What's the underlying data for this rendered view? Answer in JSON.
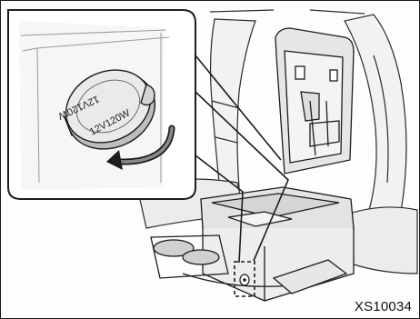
{
  "figure": {
    "code": "XS10034",
    "cap_label_outer": "12V120W",
    "cap_label_inner": "12V120W",
    "colors": {
      "line": "#1c1c1c",
      "gray_light": "#e9e9e9",
      "gray_mid": "#cfcfcf",
      "gray_dark": "#8a8a8a"
    },
    "icons": {
      "rotation_arrow": "counterclockwise-arrow-icon",
      "power_outlet": "power-outlet-icon"
    }
  }
}
